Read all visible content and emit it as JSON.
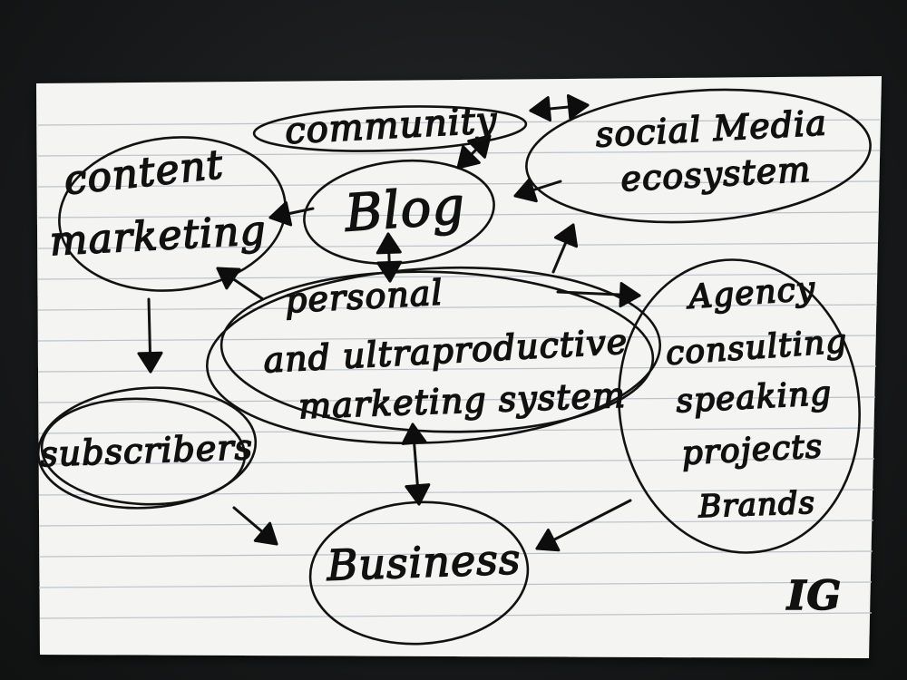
{
  "nodes": {
    "community": {
      "text": "community"
    },
    "social_media": {
      "lines": [
        "social Media",
        "ecosystem"
      ]
    },
    "content_marketing": {
      "lines": [
        "content",
        "marketing"
      ]
    },
    "blog": {
      "text": "Blog"
    },
    "system": {
      "lines": [
        "personal",
        "and ultraproductive",
        "marketing system"
      ]
    },
    "agency": {
      "lines": [
        "Agency",
        "consulting",
        "speaking",
        "projects",
        "Brands"
      ]
    },
    "subscribers": {
      "text": "subscribers"
    },
    "business": {
      "text": "Business"
    }
  },
  "signature": {
    "text": "IG"
  },
  "edges": [
    {
      "from": "community",
      "to": "social_media",
      "direction": "both"
    },
    {
      "from": "community",
      "to": "blog",
      "direction": "both"
    },
    {
      "from": "blog",
      "to": "content_marketing",
      "direction": "forward"
    },
    {
      "from": "social_media",
      "to": "blog",
      "direction": "forward"
    },
    {
      "from": "system",
      "to": "blog",
      "direction": "both"
    },
    {
      "from": "system",
      "to": "social_media",
      "direction": "forward"
    },
    {
      "from": "system",
      "to": "agency",
      "direction": "forward"
    },
    {
      "from": "system",
      "to": "content_marketing",
      "direction": "forward"
    },
    {
      "from": "content_marketing",
      "to": "subscribers",
      "direction": "forward"
    },
    {
      "from": "subscribers",
      "to": "business",
      "direction": "forward"
    },
    {
      "from": "system",
      "to": "business",
      "direction": "both"
    },
    {
      "from": "agency",
      "to": "business",
      "direction": "forward"
    }
  ],
  "colors": {
    "ink": "#111111",
    "paper": "#f4f4f2",
    "ruled_line": "#b9c3cc",
    "background": "#1c1d1e"
  }
}
